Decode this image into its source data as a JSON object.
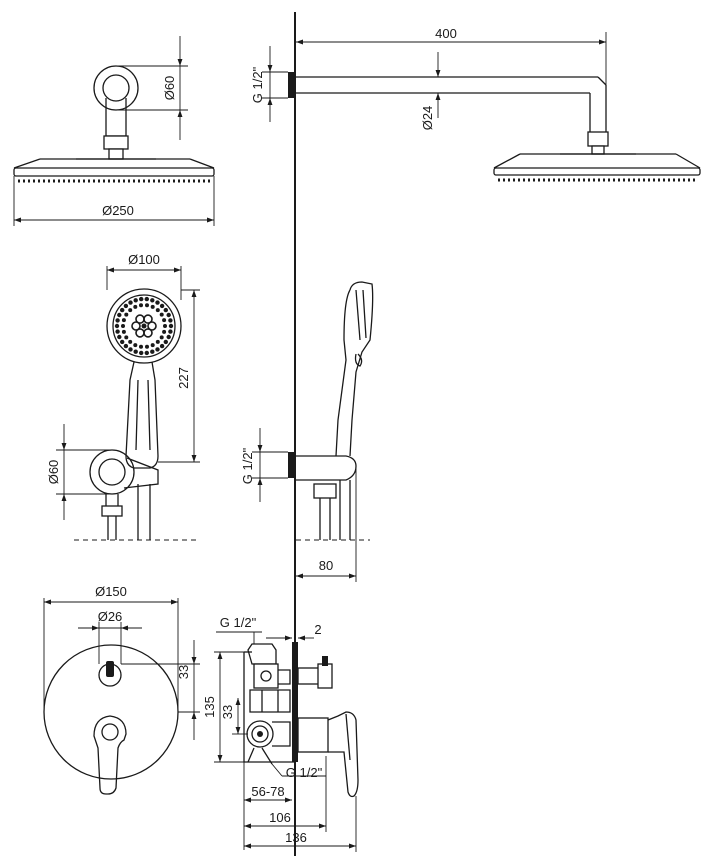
{
  "dimensions": {
    "overhead_arm_length": "400",
    "overhead_thread": "G 1/2\"",
    "overhead_arm_diameter": "Ø24",
    "wall_flange_diameter": "Ø60",
    "rain_head_diameter": "Ø250",
    "hand_shower_diameter": "Ø100",
    "hand_shower_length": "227",
    "holder_flange_diameter": "Ø60",
    "holder_thread": "G 1/2\"",
    "holder_projection": "80",
    "mixer_plate_diameter": "Ø150",
    "diverter_knob_diameter": "Ø26",
    "knob_offset": "33",
    "mixer_top_thread": "G 1/2\"",
    "plate_gap": "2",
    "box_height": "135",
    "box_offset": "33",
    "outlet_thread": "G 1/2\"",
    "install_depth_range": "56-78",
    "box_depth": "106",
    "overall_depth": "136"
  }
}
